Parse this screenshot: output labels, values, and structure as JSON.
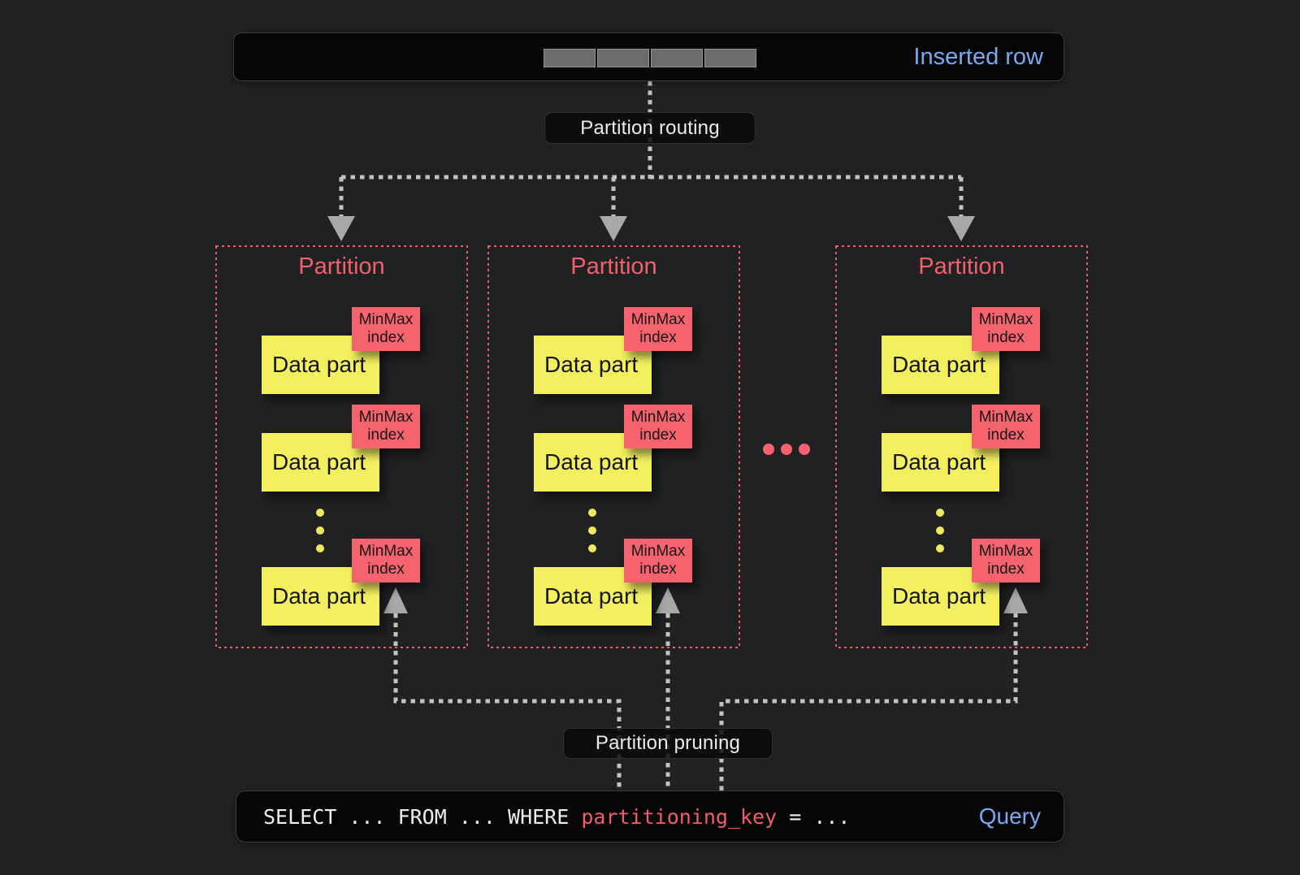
{
  "colors": {
    "background": "#202122",
    "panel_black": "#060607",
    "accent_red": "#e75f69",
    "minmax_red": "#f4636e",
    "data_part_yellow": "#f3f060",
    "link_blue": "#77aaf0",
    "connector_gray": "#c2c2c2",
    "arrowhead_gray": "#a8a8a8",
    "row_cell_gray": "#6c6c6e",
    "text_light": "#ececec"
  },
  "inserted_row_box": {
    "label": "Inserted row",
    "cell_count": 4
  },
  "routing": {
    "label": "Partition routing"
  },
  "pruning": {
    "label": "Partition pruning"
  },
  "between_partitions_ellipsis_dots": 3,
  "partitions": [
    {
      "title": "Partition",
      "vertical_ellipsis_dots": 3,
      "parts": [
        {
          "part": "Data part",
          "index": "MinMax index"
        },
        {
          "part": "Data part",
          "index": "MinMax index"
        },
        {
          "part": "Data part",
          "index": "MinMax index"
        }
      ]
    },
    {
      "title": "Partition",
      "vertical_ellipsis_dots": 3,
      "parts": [
        {
          "part": "Data part",
          "index": "MinMax index"
        },
        {
          "part": "Data part",
          "index": "MinMax index"
        },
        {
          "part": "Data part",
          "index": "MinMax index"
        }
      ]
    },
    {
      "title": "Partition",
      "vertical_ellipsis_dots": 3,
      "parts": [
        {
          "part": "Data part",
          "index": "MinMax index"
        },
        {
          "part": "Data part",
          "index": "MinMax index"
        },
        {
          "part": "Data part",
          "index": "MinMax index"
        }
      ]
    }
  ],
  "query_box": {
    "code_before": "SELECT ... FROM ... WHERE ",
    "code_key": "partitioning_key",
    "code_after": " = ...",
    "label": "Query"
  }
}
